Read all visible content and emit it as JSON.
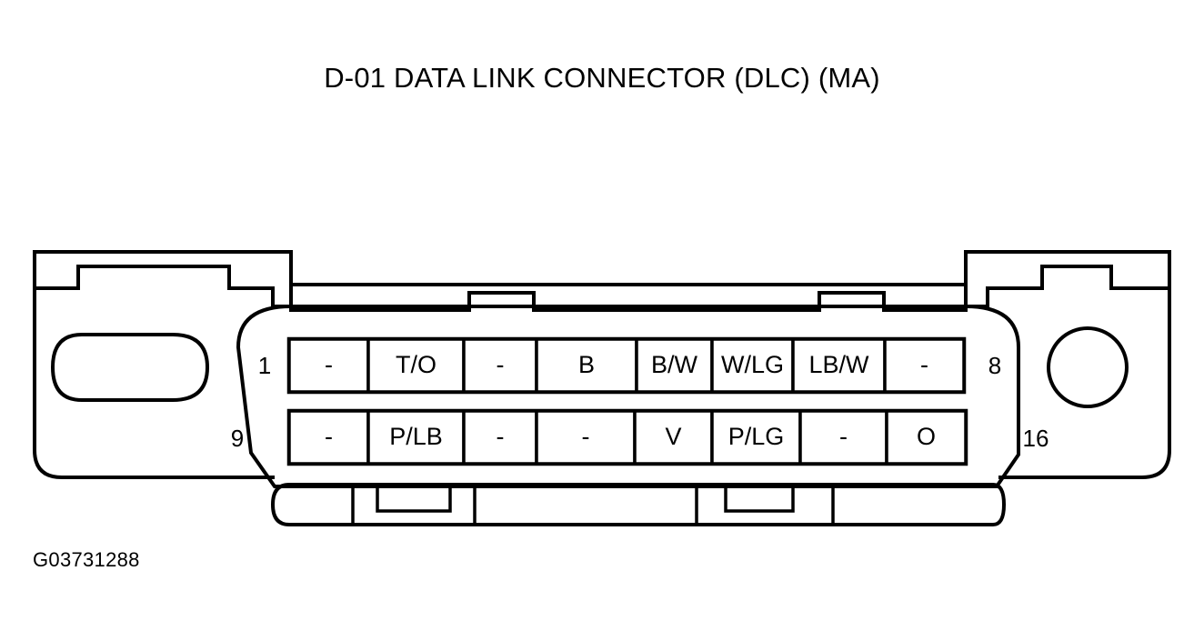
{
  "figure": {
    "title": "D-01 DATA LINK CONNECTOR (DLC) (MA)",
    "figure_id": "G03731288",
    "background_color": "#ffffff",
    "line_color": "#000000"
  },
  "connector": {
    "pin_range_labels": {
      "top_left": "1",
      "top_right": "8",
      "bottom_left": "9",
      "bottom_right": "16"
    },
    "rows": [
      {
        "name": "top-row",
        "start_pin": "1",
        "end_pin": "8",
        "cells": [
          "-",
          "T/O",
          "-",
          "B",
          "B/W",
          "W/LG",
          "LB/W",
          "-"
        ]
      },
      {
        "name": "bottom-row",
        "start_pin": "9",
        "end_pin": "16",
        "cells": [
          "-",
          "P/LB",
          "-",
          "-",
          "V",
          "P/LG",
          "-",
          "O"
        ]
      }
    ]
  }
}
